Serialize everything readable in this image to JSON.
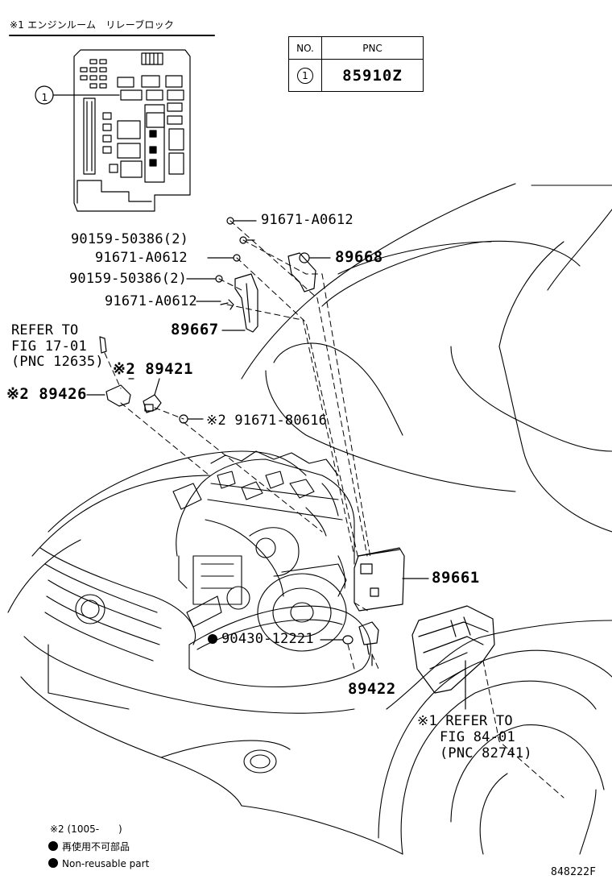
{
  "relay_block": {
    "title": "※1 エンジンルーム　リレーブロック",
    "callout": "1"
  },
  "pnc_table": {
    "header_no": "NO.",
    "header_pnc": "PNC",
    "row_no": "1",
    "row_pnc": "85910Z"
  },
  "labels": {
    "p91671_a0612_top": "91671-A0612",
    "p90159_50386_upper": "90159-50386(2)",
    "p91671_a0612_mid": "91671-A0612",
    "p89668": "89668",
    "p90159_50386_lower": "90159-50386(2)",
    "p91671_a0612_low": "91671-A0612",
    "p89667": "89667",
    "refer_17_line1": "REFER TO",
    "refer_17_line2": "FIG 17-01",
    "refer_17_line3": "(PNC 12635)",
    "p89421": "※2 89421",
    "p89426": "※2 89426",
    "p91671_80616": "※2 91671-80616",
    "p89661": "89661",
    "p90430_12221": "90430-12221",
    "p89422": "89422",
    "refer_84_line1": "※1 REFER TO",
    "refer_84_line2": "FIG 84-01",
    "refer_84_line3": "(PNC 82741)"
  },
  "notes": {
    "note_applicability": "※2 (1005-　　)",
    "note_jp": "再使用不可部品",
    "note_en": "Non-reusable part"
  },
  "figure_code": "848222F"
}
